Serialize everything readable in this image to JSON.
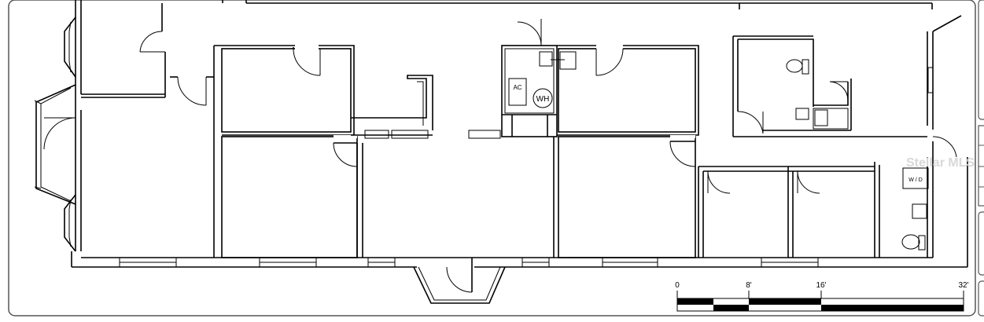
{
  "labels": {
    "ac": "AC",
    "wh": "WH",
    "wd": "W / D"
  },
  "scale_bar": {
    "ticks": [
      "0",
      "8'",
      "16'",
      "32'"
    ]
  },
  "watermark": "Stellar MLS"
}
